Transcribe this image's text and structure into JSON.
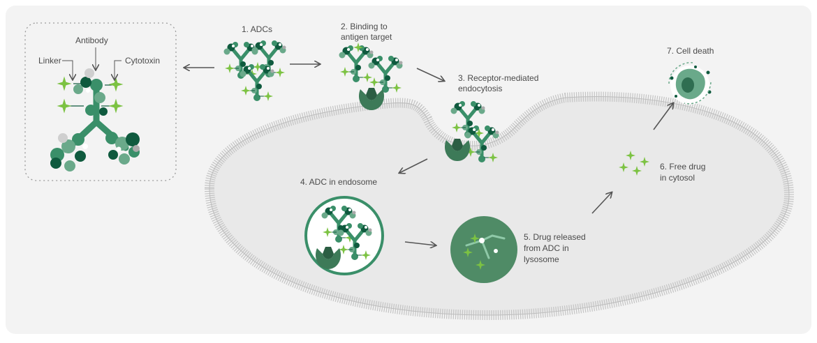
{
  "panel": {
    "antibody": "Antibody",
    "linker": "Linker",
    "cytotoxin": "Cytotoxin"
  },
  "steps": {
    "s1": "1. ADCs",
    "s2_line1": "2. Binding to",
    "s2_line2": "antigen target",
    "s3_line1": "3. Receptor-mediated",
    "s3_line2": "endocytosis",
    "s4": "4. ADC in endosome",
    "s5_line1": "5. Drug released",
    "s5_line2": "from ADC in",
    "s5_line3": "lysosome",
    "s6_line1": "6. Free drug",
    "s6_line2": "in cytosol",
    "s7": "7. Cell death"
  },
  "colors": {
    "background": "#f3f3f3",
    "dark_green": "#0f5a3e",
    "mid_green": "#3a8f69",
    "light_green": "#6aa98a",
    "lime_drug": "#7cc242",
    "membrane": "#bdbdbd",
    "cell_fill": "#ececec",
    "arrow": "#555555"
  }
}
